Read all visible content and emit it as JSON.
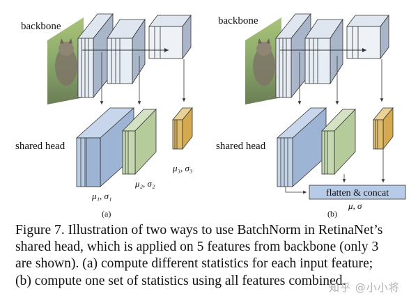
{
  "figure": {
    "panel_a": {
      "backbone_label": "backbone",
      "head_label": "shared head",
      "stat_labels": [
        "μ₁, σ₁",
        "μ₂, σ₂",
        "μ₃, σ₃"
      ],
      "panel_label": "(a)"
    },
    "panel_b": {
      "backbone_label": "backbone",
      "head_label": "shared head",
      "concat_label": "flatten & concat",
      "stat_label": "μ, σ",
      "panel_label": "(b)"
    },
    "colors": {
      "feature_blue": "#9db4d4",
      "feature_green": "#b5cc9a",
      "feature_yellow": "#d4aa4c",
      "backbone_grey": "#b8c0cc",
      "concat_box": "#b8cbe6",
      "arrow": "#333333"
    }
  },
  "caption": {
    "lines": [
      "Figure 7. Illustration of two ways to use BatchNorm in RetinaNet’s",
      "shared head, which is applied on 5 features from backbone (only 3",
      "are shown). (a) compute different statistics for each input feature;",
      "(b) compute one set of statistics using all features combined."
    ]
  },
  "watermark": "知乎 @小小将"
}
